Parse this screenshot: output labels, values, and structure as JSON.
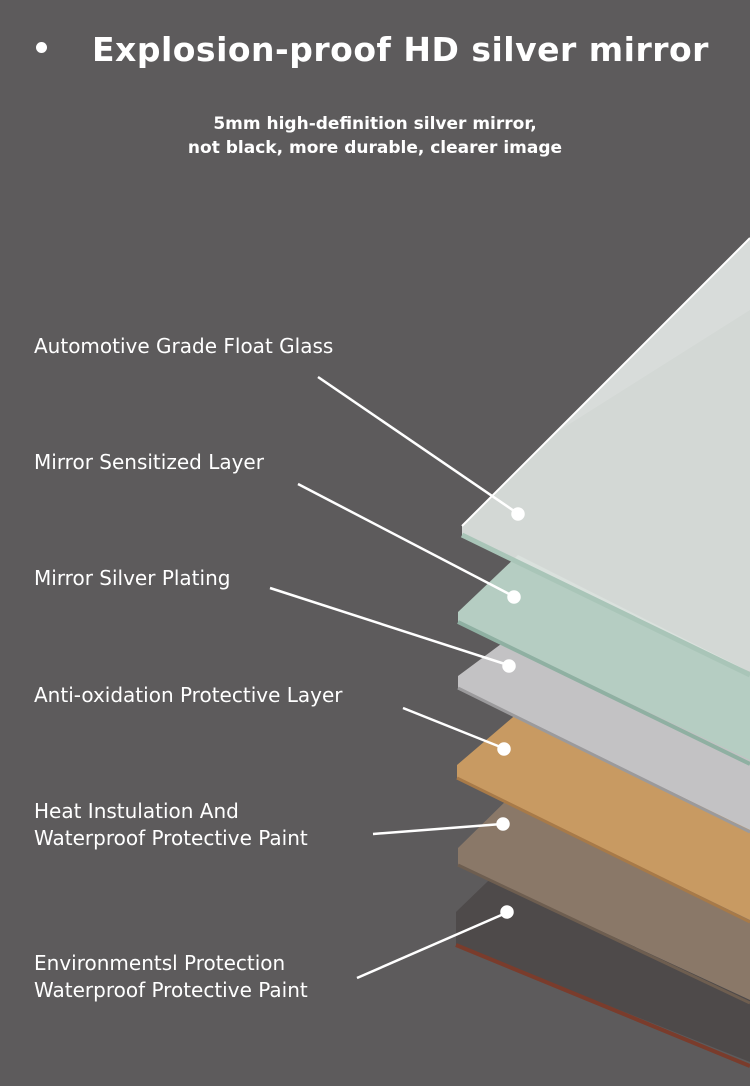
{
  "header": {
    "title": "Explosion-proof HD silver mirror",
    "subtitle_line1": "5mm high-definition silver mirror,",
    "subtitle_line2": "not black, more durable, clearer image"
  },
  "layers": [
    {
      "label": "Automotive Grade Float Glass",
      "color": "#dde3e0"
    },
    {
      "label": "Mirror Sensitized Layer",
      "color": "#b5cdc2"
    },
    {
      "label": "Mirror Silver Plating",
      "color": "#c3c2c4"
    },
    {
      "label": "Anti-oxidation Protective Layer",
      "color": "#c89a62"
    },
    {
      "label_line1": "Heat Instulation And",
      "label_line2": "Waterproof Protective Paint",
      "color": "#8a7868"
    },
    {
      "label_line1": "Environmentsl Protection",
      "label_line2": "Waterproof Protective Paint",
      "color": "#4e4a4a"
    }
  ]
}
